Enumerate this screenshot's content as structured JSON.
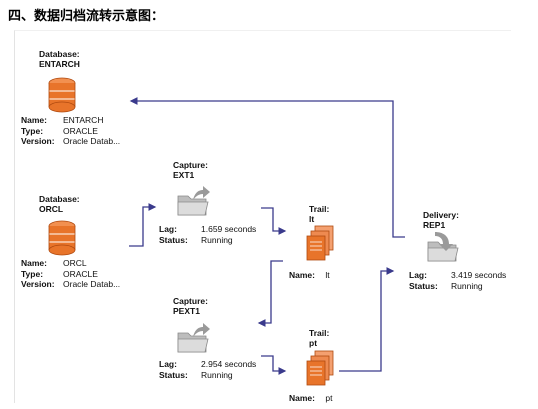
{
  "heading": "四、数据归档流转示意图：",
  "diagram": {
    "db_entarch": {
      "title_line1": "Database:",
      "title_line2": "ENTARCH",
      "name_label": "Name:",
      "name_value": "ENTARCH",
      "type_label": "Type:",
      "type_value": "ORACLE",
      "version_label": "Version:",
      "version_value": "Oracle Datab..."
    },
    "db_orcl": {
      "title_line1": "Database:",
      "title_line2": "ORCL",
      "name_label": "Name:",
      "name_value": "ORCL",
      "type_label": "Type:",
      "type_value": "ORACLE",
      "version_label": "Version:",
      "version_value": "Oracle Datab..."
    },
    "capture_ext1": {
      "title_line1": "Capture:",
      "title_line2": "EXT1",
      "lag_label": "Lag:",
      "lag_value": "1.659 seconds",
      "status_label": "Status:",
      "status_value": "Running"
    },
    "capture_pext1": {
      "title_line1": "Capture:",
      "title_line2": "PEXT1",
      "lag_label": "Lag:",
      "lag_value": "2.954 seconds",
      "status_label": "Status:",
      "status_value": "Running"
    },
    "trail_lt": {
      "title_line1": "Trail:",
      "title_line2": "lt",
      "name_label": "Name:",
      "name_value": "lt"
    },
    "trail_pt": {
      "title_line1": "Trail:",
      "title_line2": "pt",
      "name_label": "Name:",
      "name_value": "pt"
    },
    "delivery_rep1": {
      "title_line1": "Delivery:",
      "title_line2": "REP1",
      "lag_label": "Lag:",
      "lag_value": "3.419 seconds",
      "status_label": "Status:",
      "status_value": "Running"
    },
    "colors": {
      "wire": "#3a3a8c",
      "database": "#e8742a",
      "trail": "#e8742a",
      "folder": "#c9c9c9"
    }
  }
}
